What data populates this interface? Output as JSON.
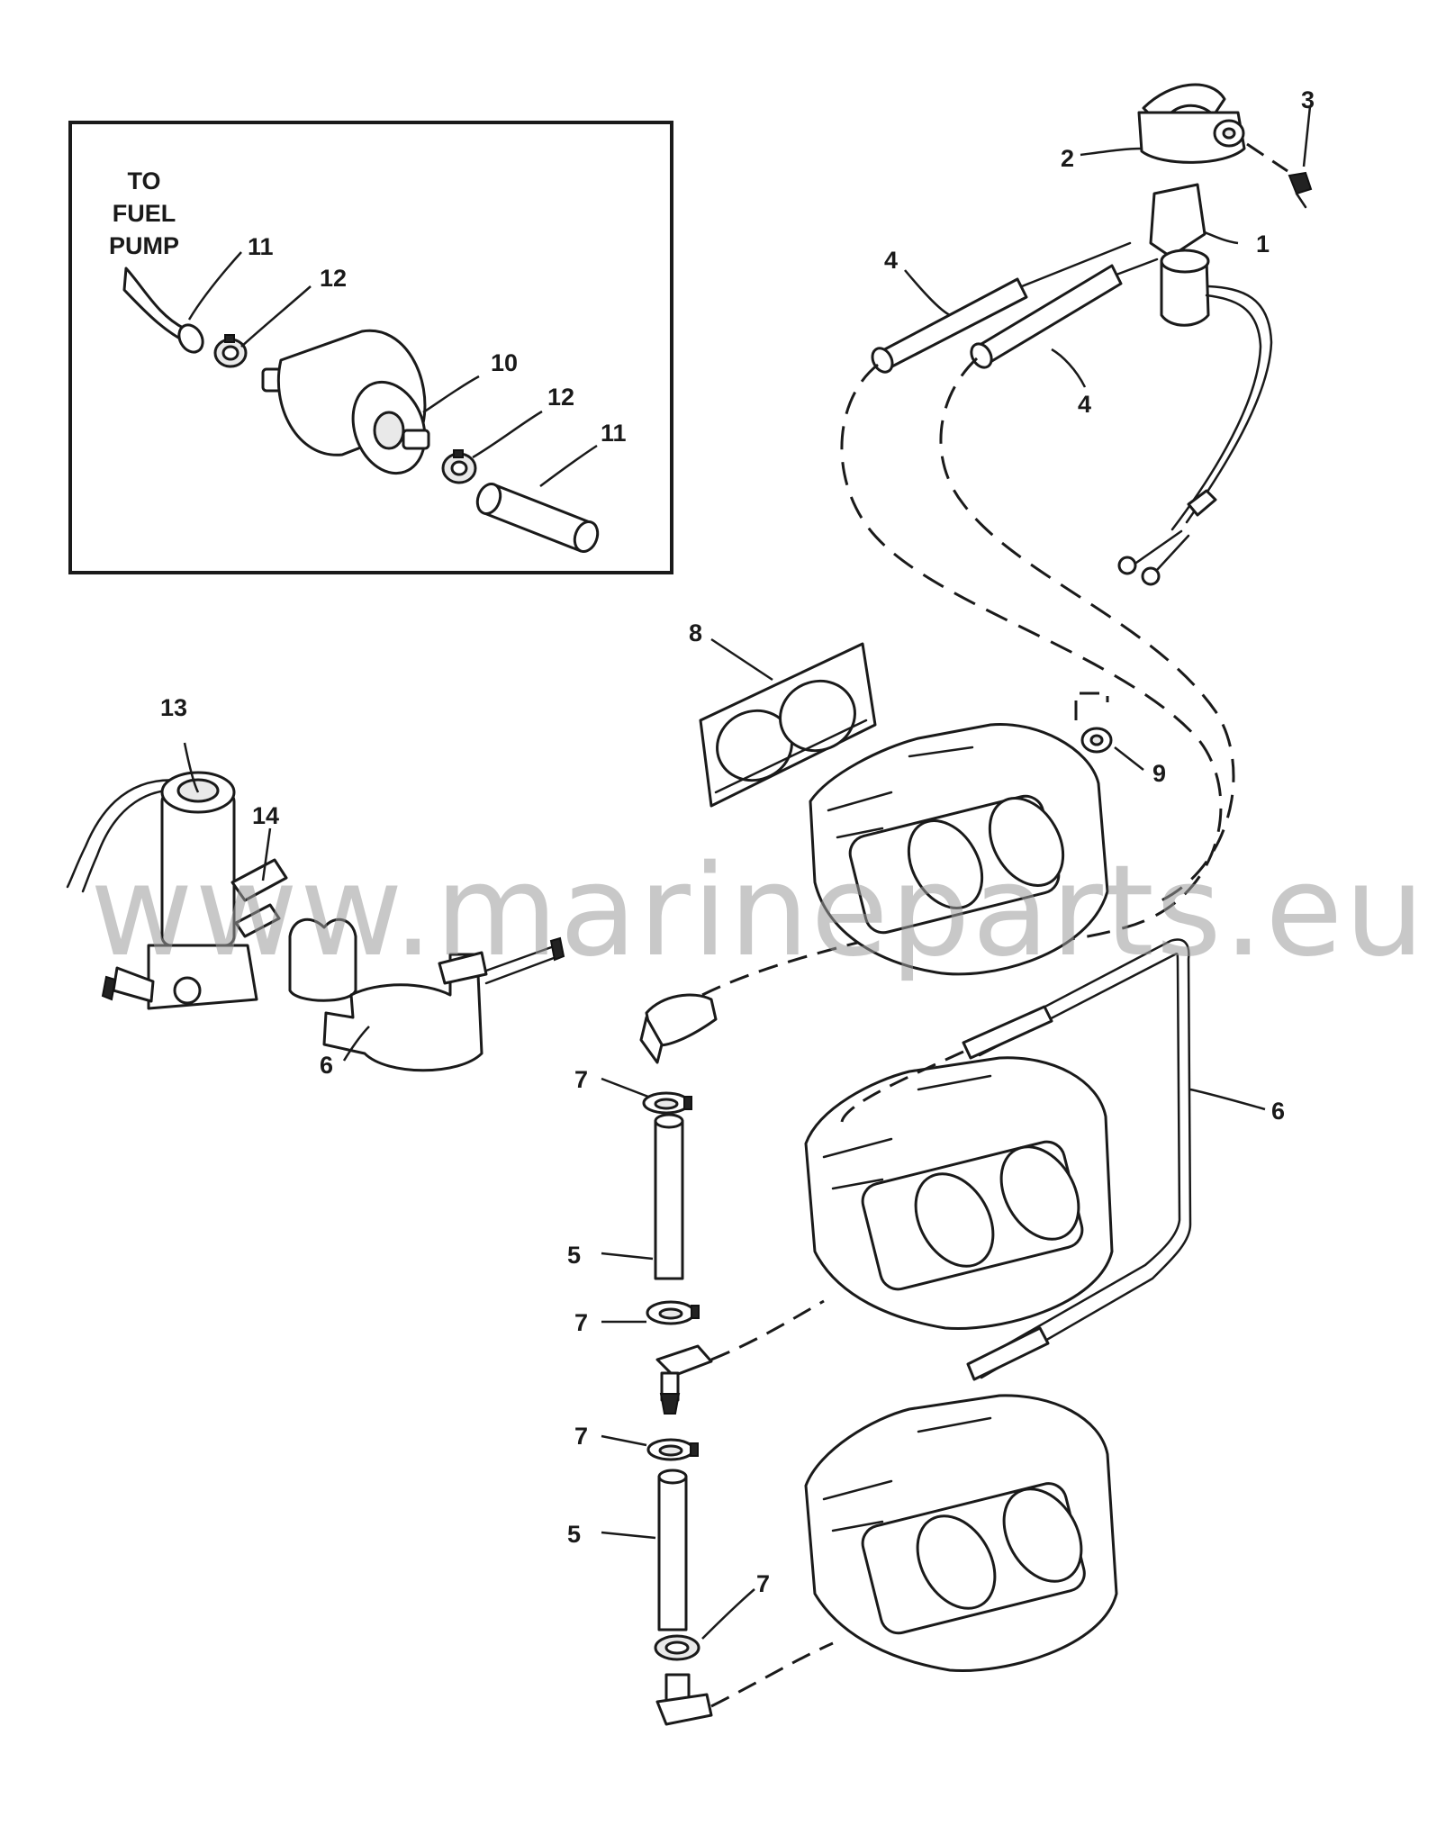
{
  "inset": {
    "note_lines": [
      "TO",
      "FUEL",
      "PUMP"
    ]
  },
  "callouts": {
    "c1": "1",
    "c2": "2",
    "c3": "3",
    "c4a": "4",
    "c4b": "4",
    "c5a": "5",
    "c5b": "5",
    "c6a": "6",
    "c6b": "6",
    "c7a": "7",
    "c7b": "7",
    "c7c": "7",
    "c7d": "7",
    "c8": "8",
    "c9": "9",
    "c10": "10",
    "c11a": "11",
    "c11b": "11",
    "c12a": "12",
    "c12b": "12",
    "c13": "13",
    "c14": "14"
  },
  "watermark": "www.marineparts.eu"
}
